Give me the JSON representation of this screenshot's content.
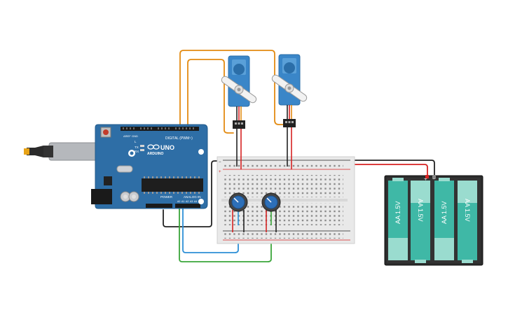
{
  "arduino": {
    "brand": "ARDUINO",
    "model": "UNO",
    "header_digital": "DIGITAL (PWM~)",
    "header_power": "POWER",
    "header_analog": "ANALOG IN",
    "pin_tx": "TX",
    "pin_rx": "RX",
    "pin_l": "L",
    "aref": "AREF",
    "gnd": "GND",
    "analog_pins": [
      "A0",
      "A1",
      "A2",
      "A3",
      "A4",
      "A5"
    ]
  },
  "battery_pack": {
    "cells": [
      {
        "label": "AA 1.5V",
        "color": "#3fb8a6"
      },
      {
        "label": "AA 1.5V",
        "color": "#3fb8a6"
      },
      {
        "label": "AA 1.5V",
        "color": "#3fb8a6"
      },
      {
        "label": "AA 1.5V",
        "color": "#3fb8a6"
      }
    ],
    "plus_label": "+",
    "minus_label": "−"
  },
  "breadboard": {
    "rail_plus": "+",
    "rail_minus": "−"
  },
  "colors": {
    "arduino_board": "#2e6ea6",
    "servo_blue": "#3a86c8",
    "wire_orange": "#e38b12",
    "wire_black": "#222222",
    "wire_red": "#d62222",
    "wire_green": "#3aa63a",
    "wire_blue": "#2d8fd6",
    "battery_case": "#2b2b2b"
  }
}
